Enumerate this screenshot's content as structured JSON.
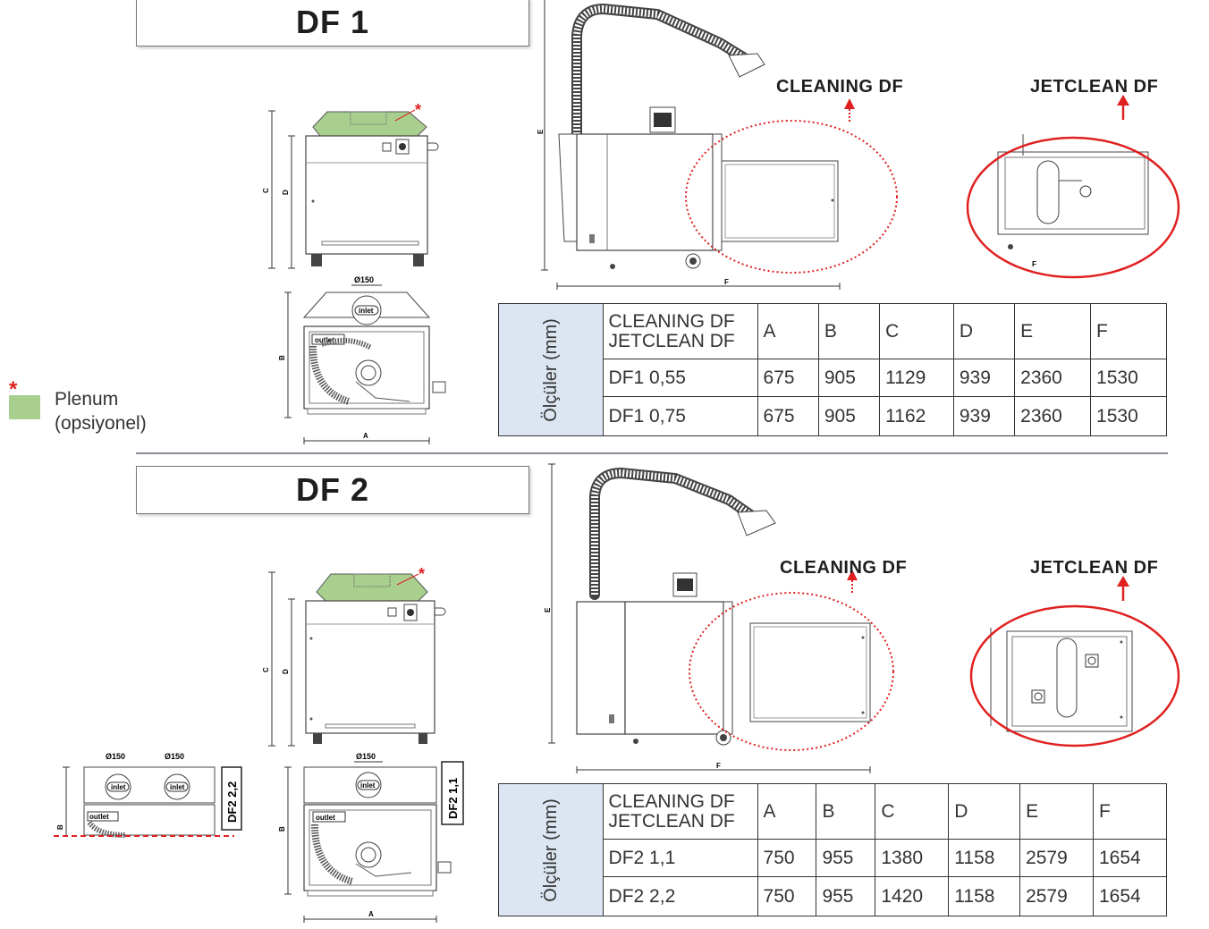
{
  "legend": {
    "marker": "*",
    "label": "Plenum",
    "note": "(opsiyonel)",
    "color": "#a8cf8e"
  },
  "df1": {
    "title": "DF 1",
    "cleaning_label": "CLEANING DF",
    "jetclean_label": "JETCLEAN DF",
    "diameter": "Ø150",
    "inlet": "inlet",
    "outlet": "outlet",
    "dims": {
      "A": "A",
      "B": "B",
      "C": "C",
      "D": "D",
      "E": "E",
      "F": "F"
    },
    "table": {
      "side_label": "Ölçüler (mm)",
      "model_header_1": "CLEANING DF",
      "model_header_2": "JETCLEAN DF",
      "columns": [
        "A",
        "B",
        "C",
        "D",
        "E",
        "F"
      ],
      "rows": [
        {
          "model": "DF1 0,55",
          "values": [
            "675",
            "905",
            "1129",
            "939",
            "2360",
            "1530"
          ]
        },
        {
          "model": "DF1 0,75",
          "values": [
            "675",
            "905",
            "1162",
            "939",
            "2360",
            "1530"
          ]
        }
      ]
    }
  },
  "df2": {
    "title": "DF 2",
    "cleaning_label": "CLEANING DF",
    "jetclean_label": "JETCLEAN DF",
    "diameter": "Ø150",
    "diameter_2": "Ø150",
    "inlet": "inlet",
    "outlet": "outlet",
    "variant_22": "DF2 2,2",
    "variant_11": "DF2 1,1",
    "dims": {
      "A": "A",
      "B": "B",
      "C": "C",
      "D": "D",
      "E": "E",
      "F": "F"
    },
    "table": {
      "side_label": "Ölçüler (mm)",
      "model_header_1": "CLEANING DF",
      "model_header_2": "JETCLEAN DF",
      "columns": [
        "A",
        "B",
        "C",
        "D",
        "E",
        "F"
      ],
      "rows": [
        {
          "model": "DF2 1,1",
          "values": [
            "750",
            "955",
            "1380",
            "1158",
            "2579",
            "1654"
          ]
        },
        {
          "model": "DF2 2,2",
          "values": [
            "750",
            "955",
            "1420",
            "1158",
            "2579",
            "1654"
          ]
        }
      ]
    }
  },
  "colors": {
    "accent_red": "#e02020",
    "table_side": "#dce6f2",
    "plenum": "#a8cf8e"
  }
}
